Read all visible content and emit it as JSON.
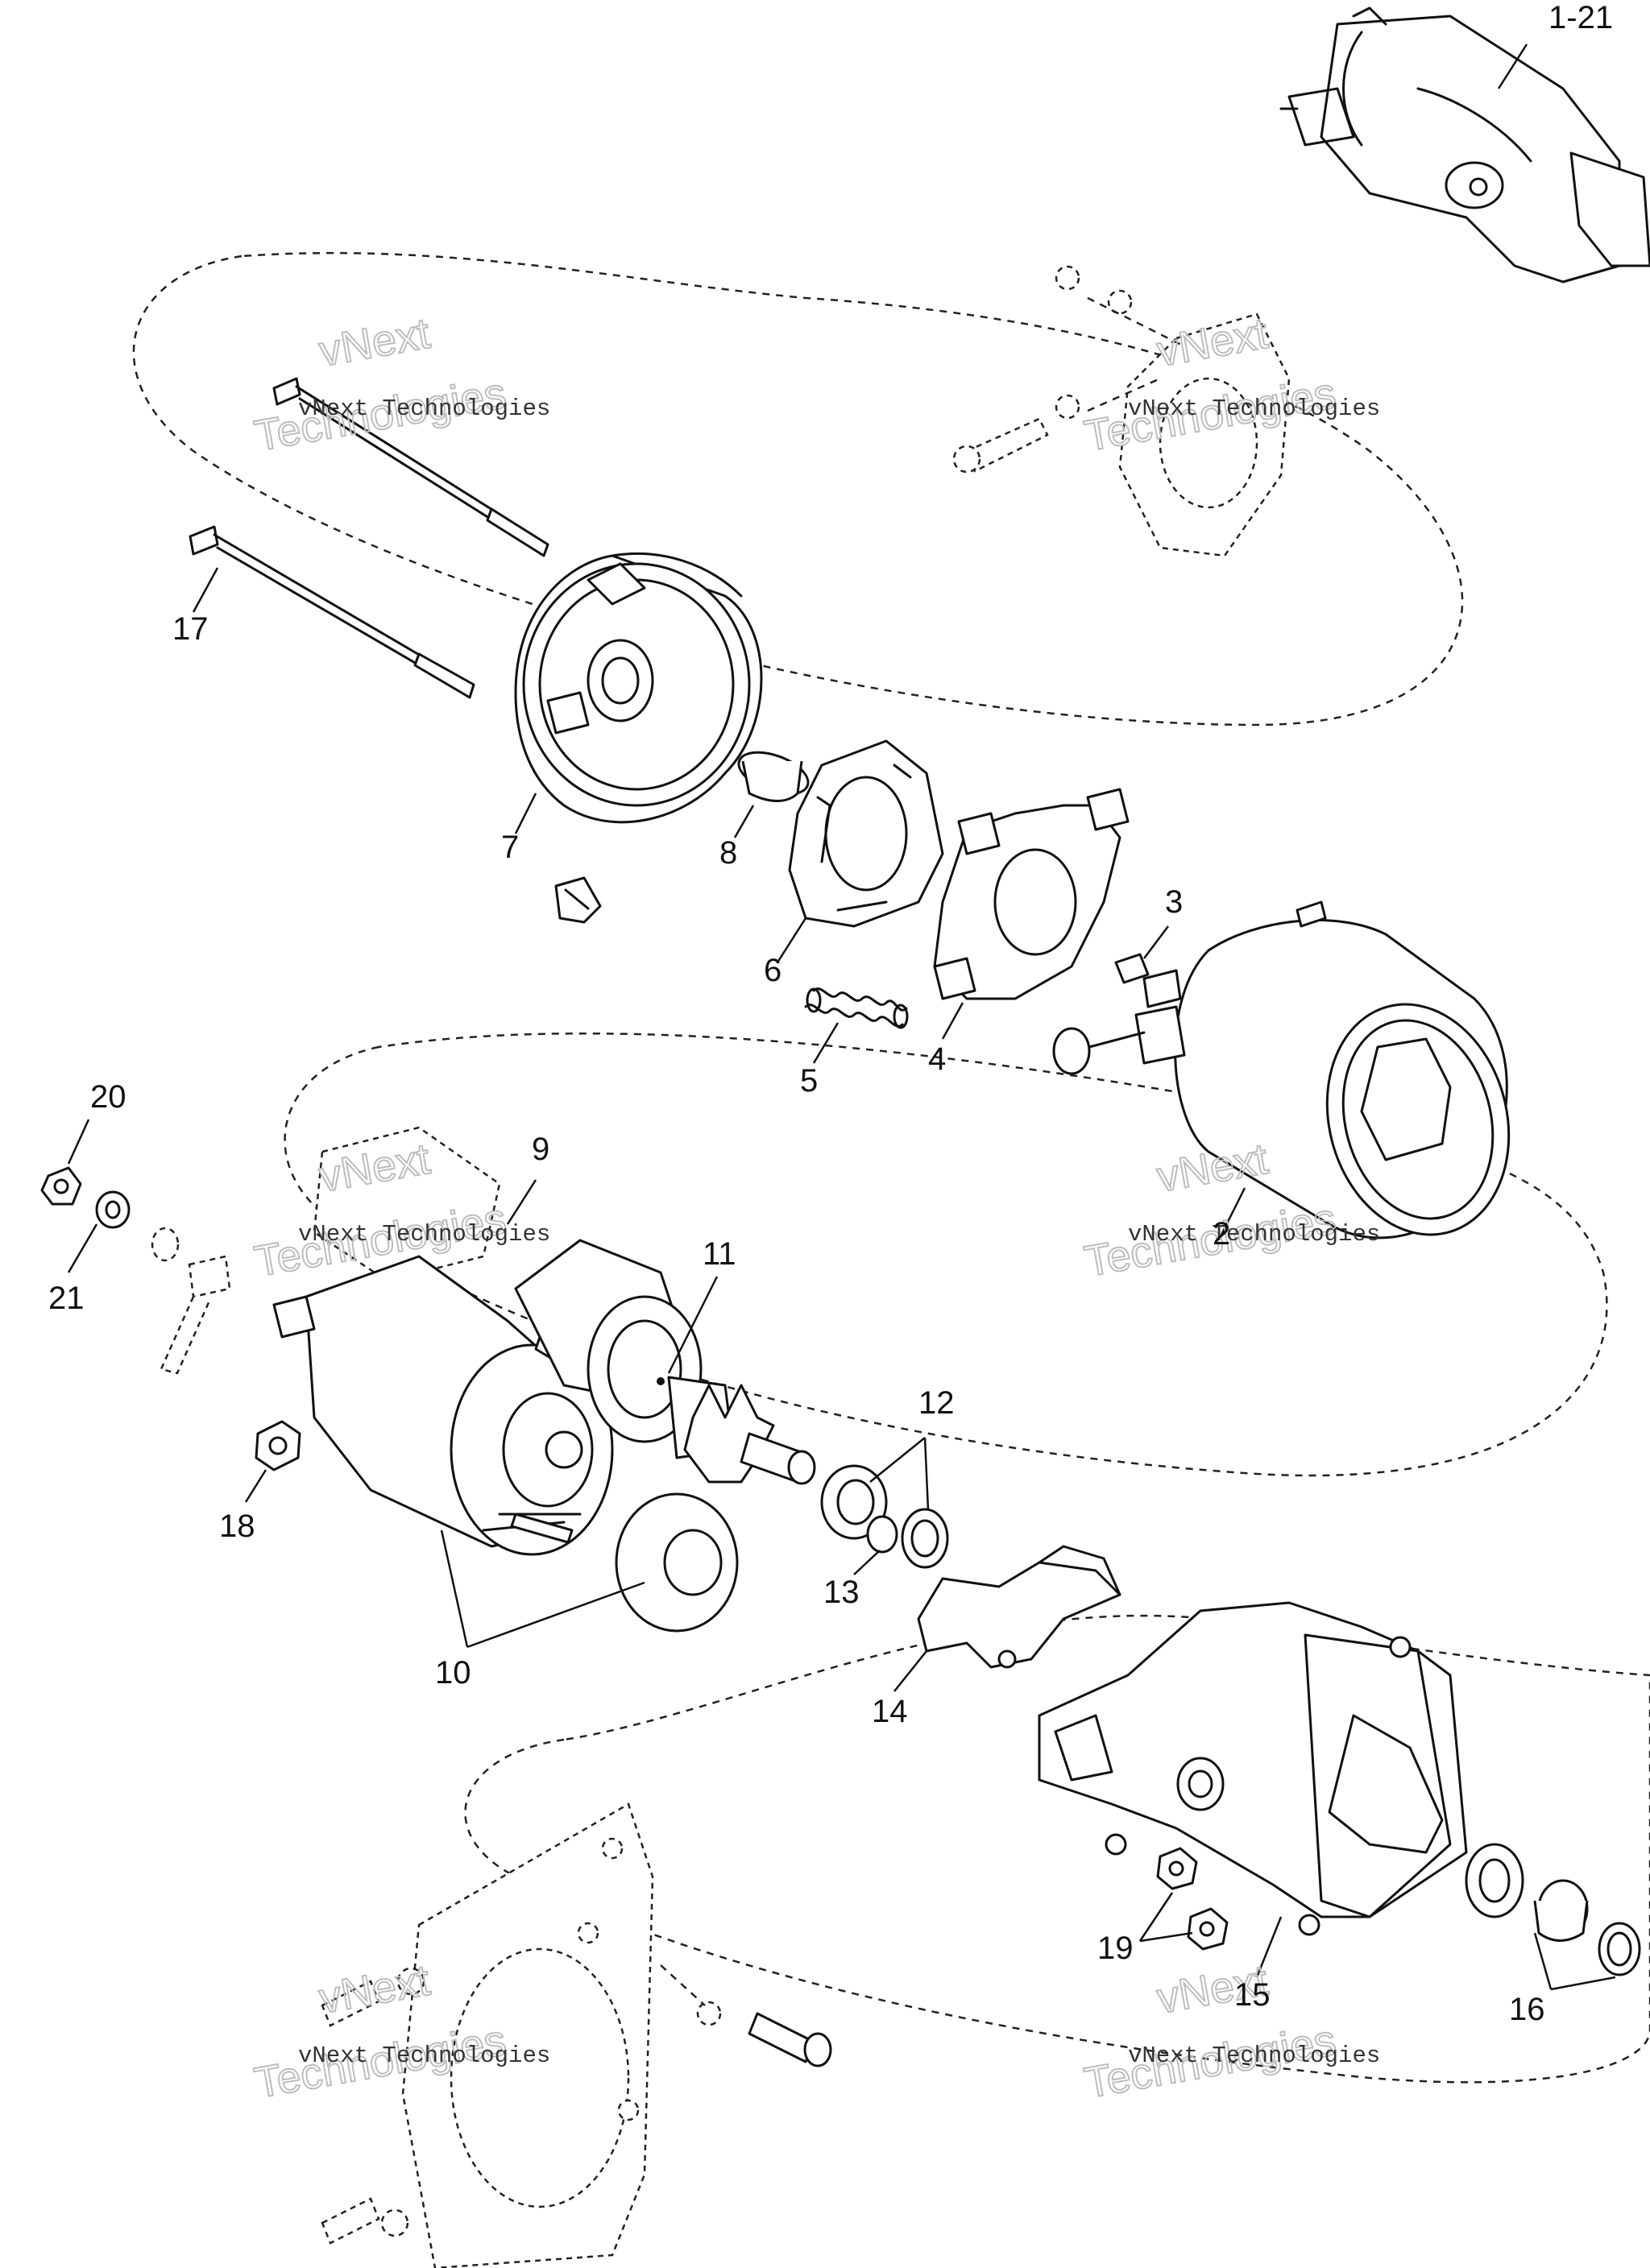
{
  "watermark": {
    "line_a": "vNext",
    "line_b": "Technologies",
    "full": "vNext Technologies"
  },
  "callouts": {
    "c1_21": "1-21",
    "c2": "2",
    "c3": "3",
    "c4": "4",
    "c5": "5",
    "c6": "6",
    "c7": "7",
    "c8": "8",
    "c9": "9",
    "c10": "10",
    "c11": "11",
    "c12": "12",
    "c13": "13",
    "c14": "14",
    "c15": "15",
    "c16": "16",
    "c17": "17",
    "c18": "18",
    "c19": "19",
    "c20": "20",
    "c21": "21"
  }
}
